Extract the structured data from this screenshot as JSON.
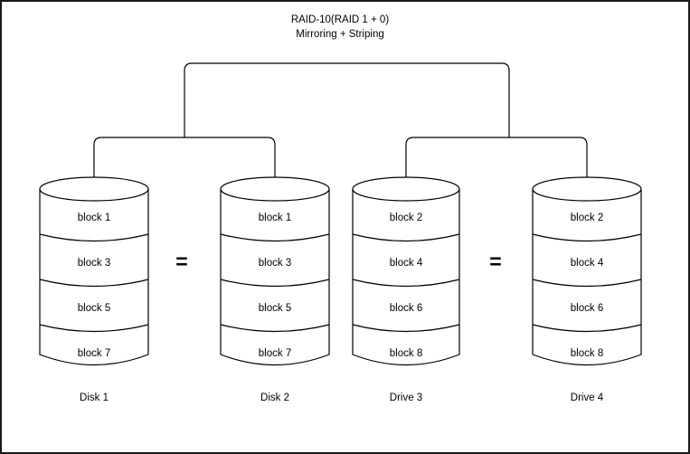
{
  "diagram": {
    "title_line1": "RAID-10(RAID 1 + 0)",
    "title_line2": "Mirroring + Striping",
    "colors": {
      "stroke": "#000000",
      "frame": "#1a1a1a",
      "background": "#ffffff"
    },
    "mirror_operator": "=",
    "disks": [
      {
        "label": "Disk 1",
        "blocks": [
          "block 1",
          "block 3",
          "block 5",
          "block 7"
        ]
      },
      {
        "label": "Disk 2",
        "blocks": [
          "block 1",
          "block 3",
          "block 5",
          "block 7"
        ]
      },
      {
        "label": "Drive 3",
        "blocks": [
          "block 2",
          "block 4",
          "block 6",
          "block 8"
        ]
      },
      {
        "label": "Drive 4",
        "blocks": [
          "block 2",
          "block 4",
          "block 6",
          "block 8"
        ]
      }
    ],
    "mirror_pairs": [
      {
        "left": "Disk 1",
        "right": "Disk 2"
      },
      {
        "left": "Drive 3",
        "right": "Drive 4"
      }
    ]
  }
}
